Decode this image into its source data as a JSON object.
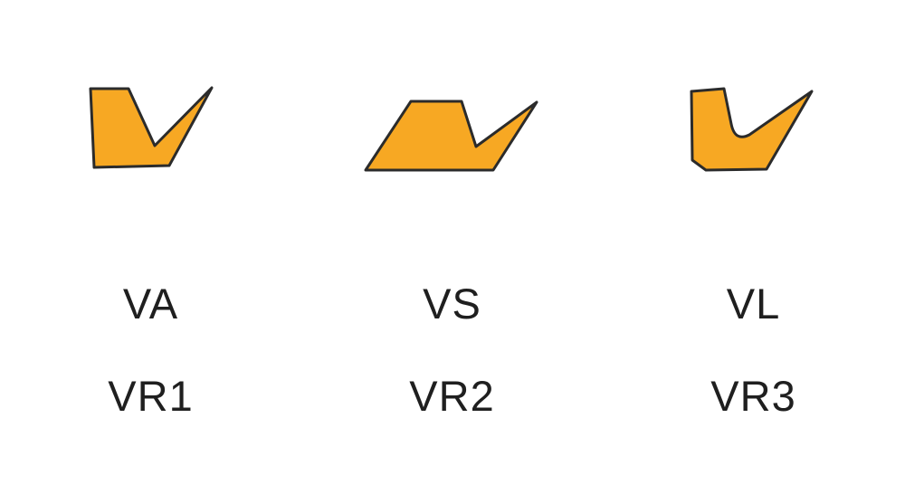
{
  "diagram": {
    "description_labels_visible": [
      "VA",
      "VS",
      "VL",
      "VR1",
      "VR2",
      "VR3"
    ],
    "columns": [
      {
        "type_label": "VA",
        "code_label": "VR1",
        "shape": "va-seal-profile"
      },
      {
        "type_label": "VS",
        "code_label": "VR2",
        "shape": "vs-seal-profile"
      },
      {
        "type_label": "VL",
        "code_label": "VR3",
        "shape": "vl-seal-profile"
      }
    ],
    "colors": {
      "seal_fill": "#F7A823",
      "seal_outline": "#2B2B2B",
      "label_text": "#1F1F1F",
      "background": "#FFFFFF"
    }
  }
}
